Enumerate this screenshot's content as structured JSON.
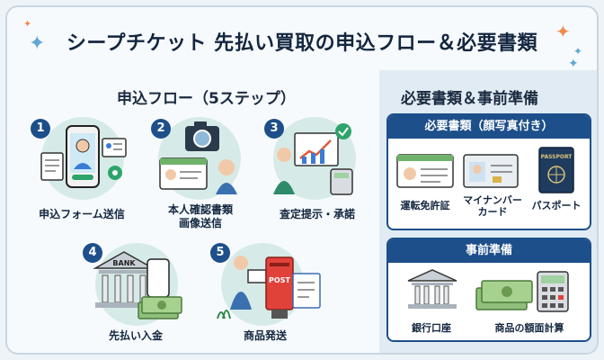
{
  "title": "シープチケット 先払い買取の申込フロー＆必要書類",
  "flow": {
    "heading": "申込フロー（5ステップ）",
    "steps": [
      {
        "number": "1",
        "label": "申込フォーム送信",
        "icon": "smartphone-form-icon"
      },
      {
        "number": "2",
        "label_line1": "本人確認書類",
        "label_line2": "画像送信",
        "icon": "camera-id-icon"
      },
      {
        "number": "3",
        "label": "査定提示・承諾",
        "icon": "appraisal-chart-icon"
      },
      {
        "number": "4",
        "label": "先払い入金",
        "icon": "bank-money-icon",
        "bank_sign": "BANK"
      },
      {
        "number": "5",
        "label": "商品発送",
        "icon": "mailbox-icon",
        "post_sign": "POST"
      }
    ]
  },
  "docs": {
    "heading": "必要書類＆事前準備",
    "required": {
      "band": "必要書類（顔写真付き）",
      "items": [
        {
          "label": "運転免許証",
          "icon": "drivers-license-icon"
        },
        {
          "label_line1": "マイナンバー",
          "label_line2": "カード",
          "icon": "mynumber-card-icon"
        },
        {
          "label": "パスポート",
          "icon": "passport-icon",
          "cover_text": "PASSPORT"
        }
      ]
    },
    "prepare": {
      "band": "事前準備",
      "items": [
        {
          "label": "銀行口座",
          "icon": "bank-account-icon"
        },
        {
          "label": "商品の額面計算",
          "icon": "cash-calculator-icon"
        }
      ]
    }
  },
  "colors": {
    "navy": "#1d4f8a",
    "teal_circle": "#d6ebe7",
    "sparkle_blue": "#5fa8d3",
    "sparkle_orange": "#f08a4b"
  }
}
